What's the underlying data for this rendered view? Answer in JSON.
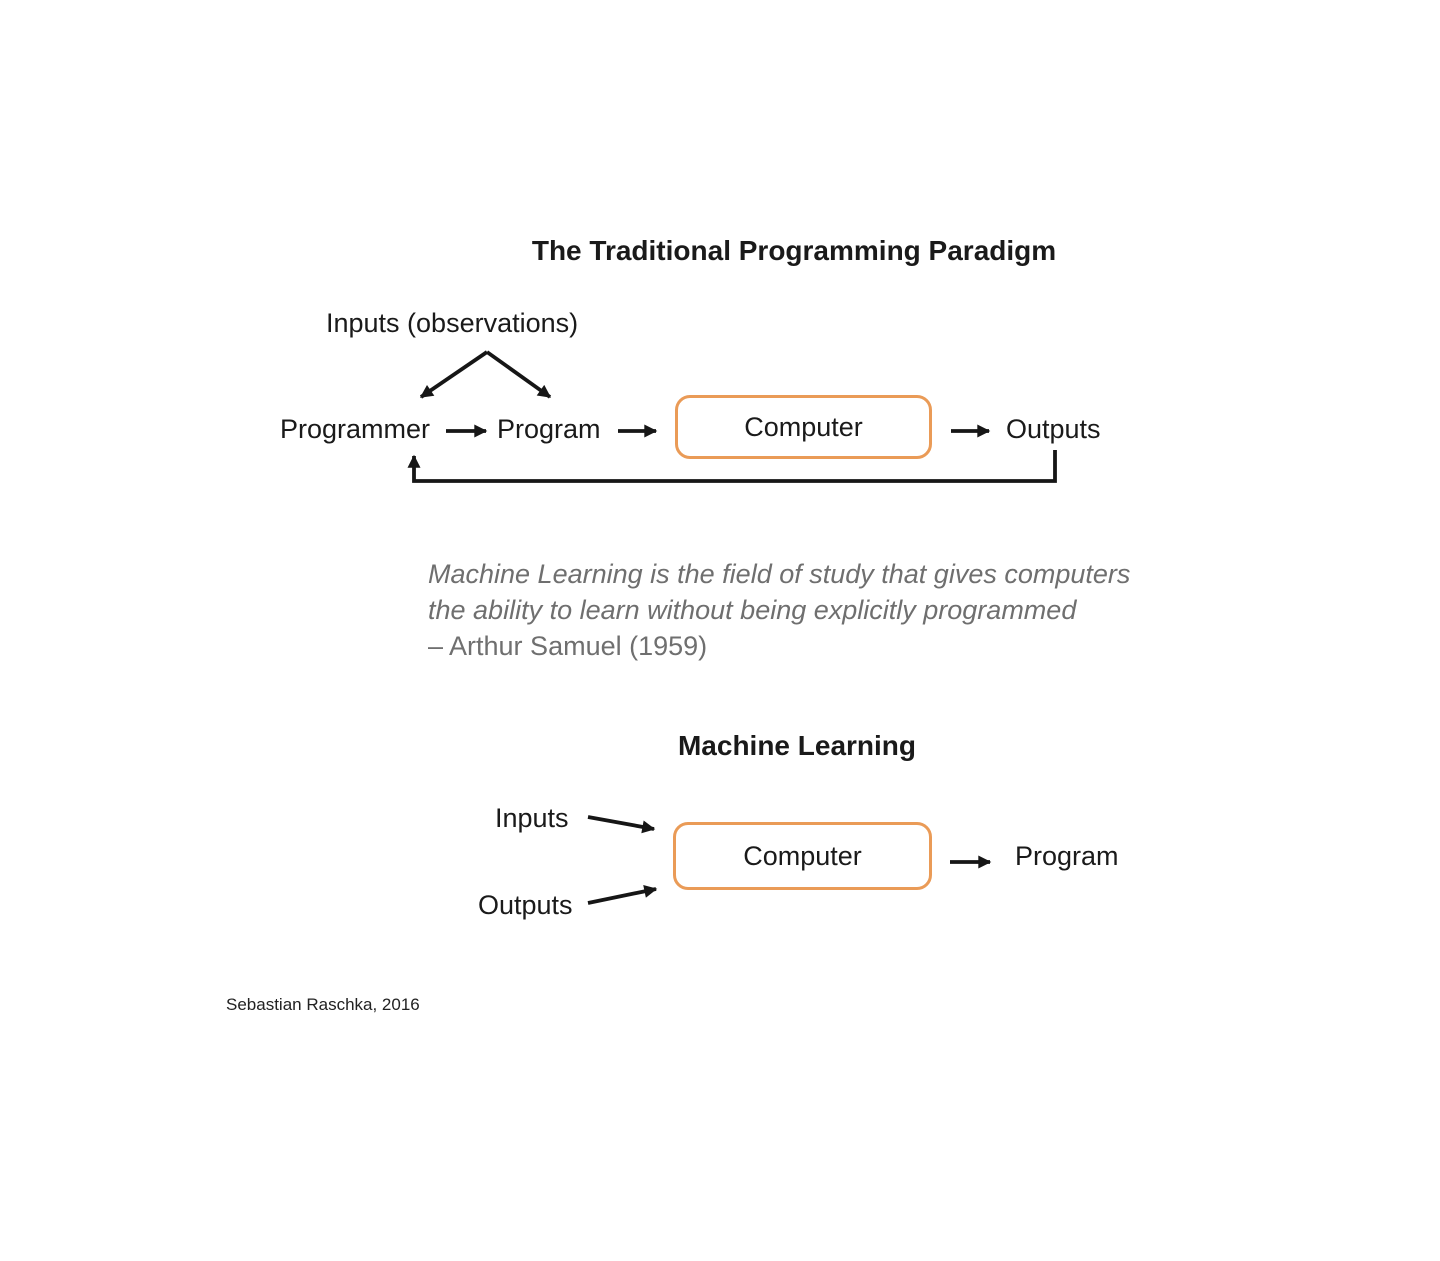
{
  "traditional": {
    "title": "The Traditional Programming Paradigm",
    "inputs_label": "Inputs (observations)",
    "programmer_label": "Programmer",
    "program_label": "Program",
    "computer_label": "Computer",
    "outputs_label": "Outputs"
  },
  "quote": {
    "line1": "Machine Learning is the field of study that gives computers",
    "line2": "the ability to learn without being explicitly programmed",
    "attribution": "– Arthur Samuel (1959)"
  },
  "ml": {
    "title": "Machine Learning",
    "inputs_label": "Inputs",
    "outputs_label": "Outputs",
    "computer_label": "Computer",
    "program_label": "Program"
  },
  "credit": "Sebastian Raschka, 2016",
  "colors": {
    "box_border": "#EA9B57",
    "arrow": "#161616",
    "quote_text": "#6F6F6F",
    "text": "#1A1A1A"
  }
}
